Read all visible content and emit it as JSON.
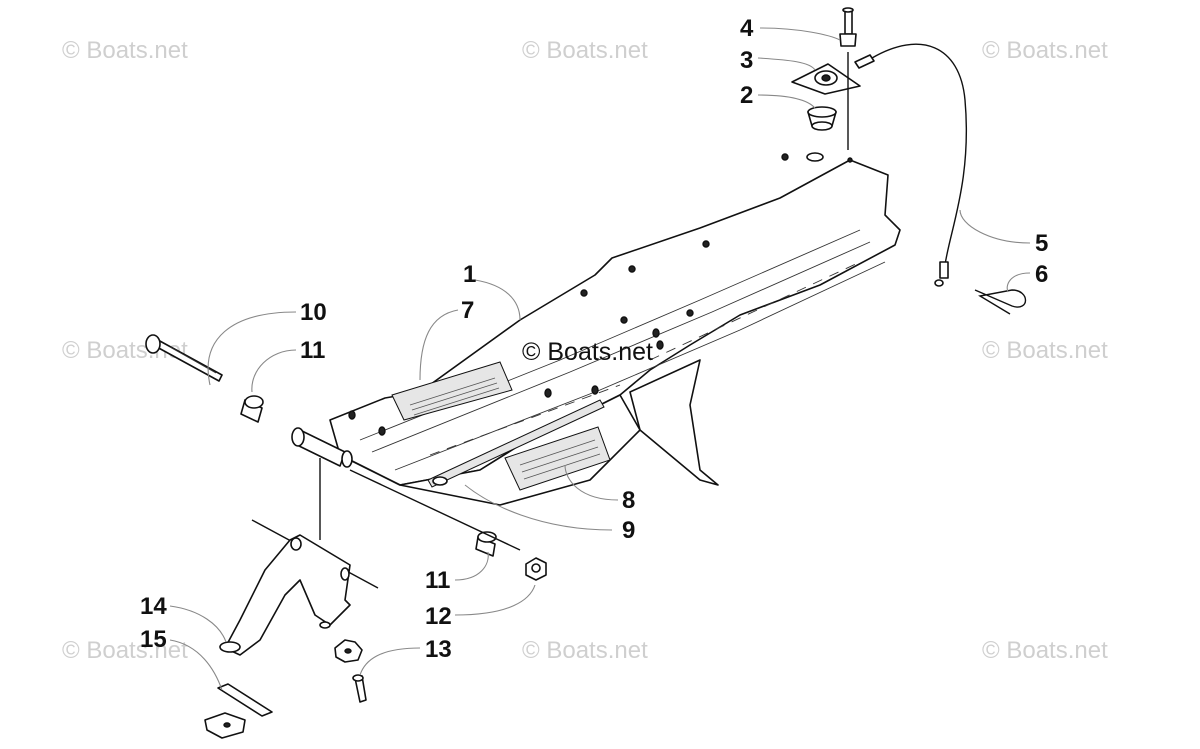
{
  "watermark": {
    "text": "© Boats.net",
    "center_text": "© Boats.net"
  },
  "callouts": [
    {
      "id": "1",
      "label": "1"
    },
    {
      "id": "2",
      "label": "2"
    },
    {
      "id": "3",
      "label": "3"
    },
    {
      "id": "4",
      "label": "4"
    },
    {
      "id": "5",
      "label": "5"
    },
    {
      "id": "6",
      "label": "6"
    },
    {
      "id": "7",
      "label": "7"
    },
    {
      "id": "8",
      "label": "8"
    },
    {
      "id": "9",
      "label": "9"
    },
    {
      "id": "10",
      "label": "10"
    },
    {
      "id": "11a",
      "label": "11"
    },
    {
      "id": "11b",
      "label": "11"
    },
    {
      "id": "12",
      "label": "12"
    },
    {
      "id": "13",
      "label": "13"
    },
    {
      "id": "14",
      "label": "14"
    },
    {
      "id": "15",
      "label": "15"
    }
  ]
}
